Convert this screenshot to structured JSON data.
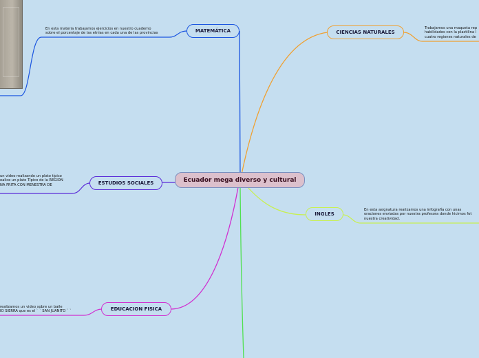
{
  "center": "Ecuador mega diverso y cultural",
  "branches": {
    "matematica": {
      "label": "MATEMÁTICA",
      "note": "En esta materia trabajamos ejercicios en nuestro cuaderno\nsobre el porcentaje de las etnias en cada una de las provincias",
      "color": "#1a55e0"
    },
    "ciencias": {
      "label": "CIENCIAS NATURALES",
      "note": "Trabajamos una maqueta rep\nhabilidades con la plastilina l\ncuatro regiones naturales de",
      "color": "#f0a030"
    },
    "sociales": {
      "label": "ESTUDIOS SOCIALES",
      "note": "un video realizando un plato típico\nealice un plato Típico de la REGION\nNA FRITA CON MENESTRA DE",
      "color": "#5a2ad8"
    },
    "ingles": {
      "label": "INGLES",
      "note": "En esta asignatura realizamos una infografía con unas\noraciones enviadas por nuestra profesora donde hicimos fot\nnuestra creatividad.",
      "color": "#c8f050"
    },
    "fisica": {
      "label": "EDUCACION FISICA",
      "note": "realizamos un video sobre un baile\nIO SIERRA que es el ` ` SAN JUANITO ` `",
      "color": "#d030d0"
    },
    "extra": {
      "color": "#50e050"
    }
  }
}
